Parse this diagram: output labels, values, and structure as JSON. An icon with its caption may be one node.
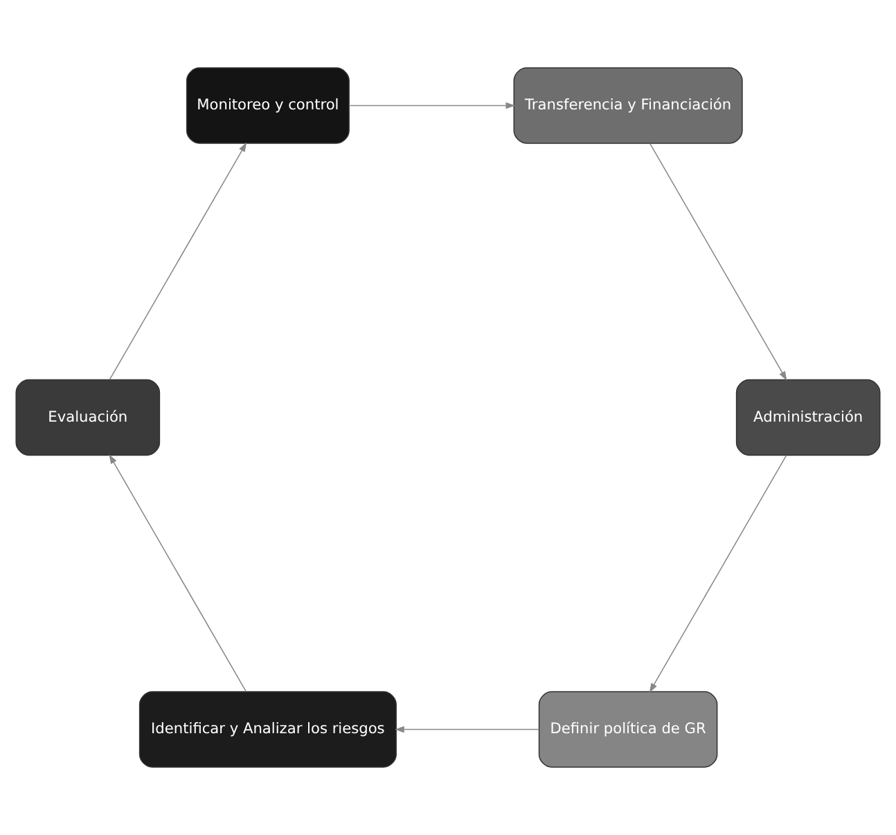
{
  "diagram": {
    "nodes": [
      {
        "text": [
          "Definir política de GR"
        ]
      },
      {
        "text": [
          "Administración"
        ]
      },
      {
        "text": [
          "Identificar y Analizar los riesgos"
        ]
      },
      {
        "text": [
          "Transferencia y Financiación"
        ]
      },
      {
        "text": [
          "Evaluación"
        ]
      },
      {
        "text": [
          "Monitoreo y control"
        ]
      }
    ],
    "edges": [
      {
        "from": 0,
        "to": 2,
        "arrow": "to"
      },
      {
        "from": 2,
        "to": 4,
        "arrow": "to"
      },
      {
        "from": 4,
        "to": 5,
        "arrow": "to"
      },
      {
        "from": 5,
        "to": 3,
        "arrow": "to"
      },
      {
        "from": 3,
        "to": 1,
        "arrow": "to"
      },
      {
        "from": 1,
        "to": 0,
        "arrow": "to"
      }
    ]
  }
}
